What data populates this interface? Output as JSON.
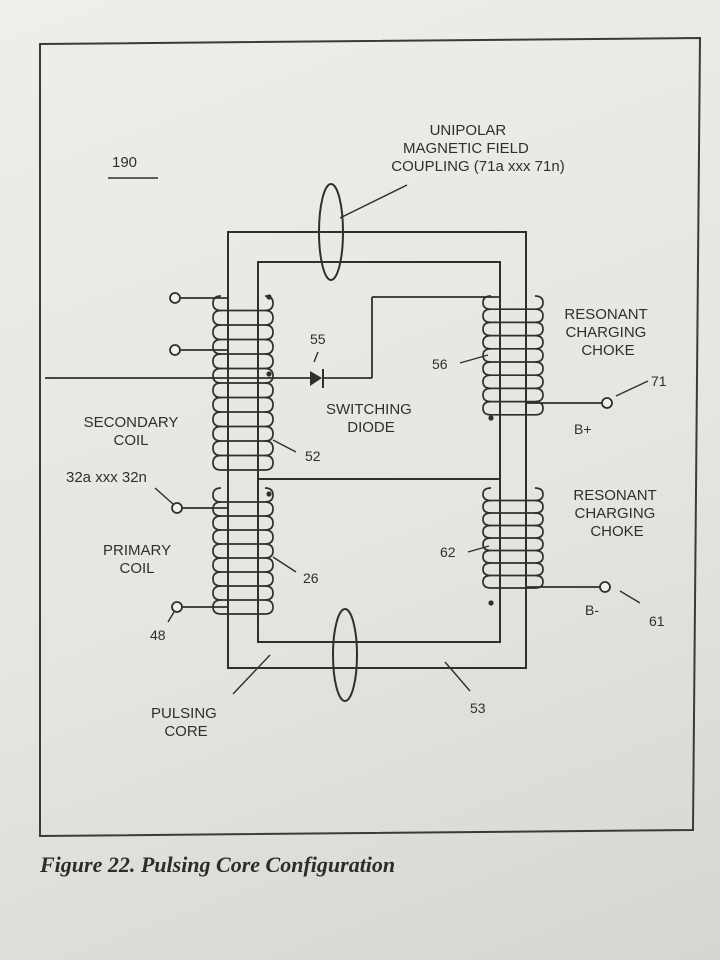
{
  "figure": {
    "id_label": "190",
    "caption": "Figure 22.  Pulsing Core Configuration"
  },
  "labels": {
    "coupling": [
      "UNIPOLAR",
      "MAGNETIC FIELD",
      "COUPLING (71a xxx 71n)"
    ],
    "secondary_coil": [
      "SECONDARY",
      "COIL"
    ],
    "secondary_range": "32a xxx 32n",
    "primary_coil": [
      "PRIMARY",
      "COIL"
    ],
    "switching_diode": [
      "SWITCHING",
      "DIODE"
    ],
    "choke_top": [
      "RESONANT",
      "CHARGING",
      "CHOKE"
    ],
    "choke_bottom": [
      "RESONANT",
      "CHARGING",
      "CHOKE"
    ],
    "pulsing_core": [
      "PULSING",
      "CORE"
    ],
    "b_plus": "B+",
    "b_minus": "B-"
  },
  "refs": {
    "r55": "55",
    "r56": "56",
    "r52": "52",
    "r26": "26",
    "r62": "62",
    "r71": "71",
    "r61": "61",
    "r48": "48",
    "r53": "53"
  },
  "colors": {
    "ink": "#2f2f2f",
    "paper": "#ecebe7"
  }
}
